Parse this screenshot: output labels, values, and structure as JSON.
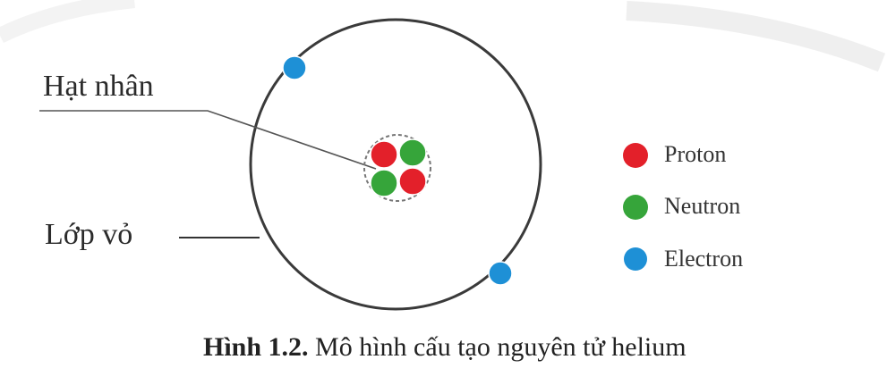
{
  "labels": {
    "nucleus": "Hạt nhân",
    "shell": "Lớp vỏ"
  },
  "legend": [
    {
      "name": "Proton",
      "color": "#e3202a",
      "icon": "red-circle"
    },
    {
      "name": "Neutron",
      "color": "#36a53a",
      "icon": "green-circle"
    },
    {
      "name": "Electron",
      "color": "#1e90d6",
      "icon": "blue-circle"
    }
  ],
  "caption": {
    "number": "Hình 1.2.",
    "text": " Mô hình cấu tạo nguyên tử helium"
  },
  "colors": {
    "proton": "#e3202a",
    "neutron": "#36a53a",
    "electron": "#1e90d6",
    "orbit": "#3a3a3a"
  }
}
